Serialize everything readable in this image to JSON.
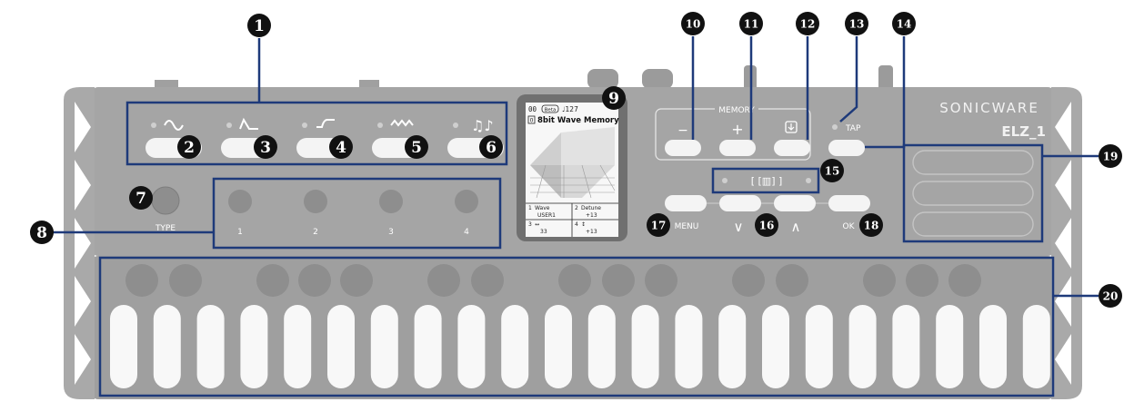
{
  "brand": {
    "logo_text": "SONICWARE",
    "model": "ELZ_1"
  },
  "screen": {
    "status_bits": "00",
    "status_mode": "Beta",
    "status_tempo": "♩127",
    "title_num": "0",
    "title": "8bit Wave Memory",
    "params": [
      {
        "num": "1",
        "name": "Wave",
        "value": "USER1"
      },
      {
        "num": "2",
        "name": "Detune",
        "value": "+13"
      },
      {
        "num": "3",
        "name": "↔",
        "value": "33"
      },
      {
        "num": "4",
        "name": "↕",
        "value": "+13"
      }
    ]
  },
  "labels": {
    "memory": "MEMORY",
    "tap": "TAP",
    "type": "TYPE",
    "menu": "MENU",
    "ok": "OK",
    "knob_1": "1",
    "knob_2": "2",
    "knob_3": "3",
    "knob_4": "4",
    "minus": "−",
    "plus": "+",
    "nav_display": "[ [▥] ]",
    "down": "∨",
    "up": "∧"
  },
  "callouts": [
    "1",
    "2",
    "3",
    "4",
    "5",
    "6",
    "7",
    "8",
    "9",
    "10",
    "11",
    "12",
    "13",
    "14",
    "15",
    "16",
    "17",
    "18",
    "19",
    "20"
  ],
  "colors": {
    "body": "#a3a3a3",
    "body_dark": "#8a8a8a",
    "button": "#f4f4f4",
    "highlight_box": "#1e3a7a",
    "callout": "#111111",
    "screen_bg": "#f7f7f7",
    "key_white": "#f8f8f8",
    "key_round": "#8e8e8e"
  }
}
